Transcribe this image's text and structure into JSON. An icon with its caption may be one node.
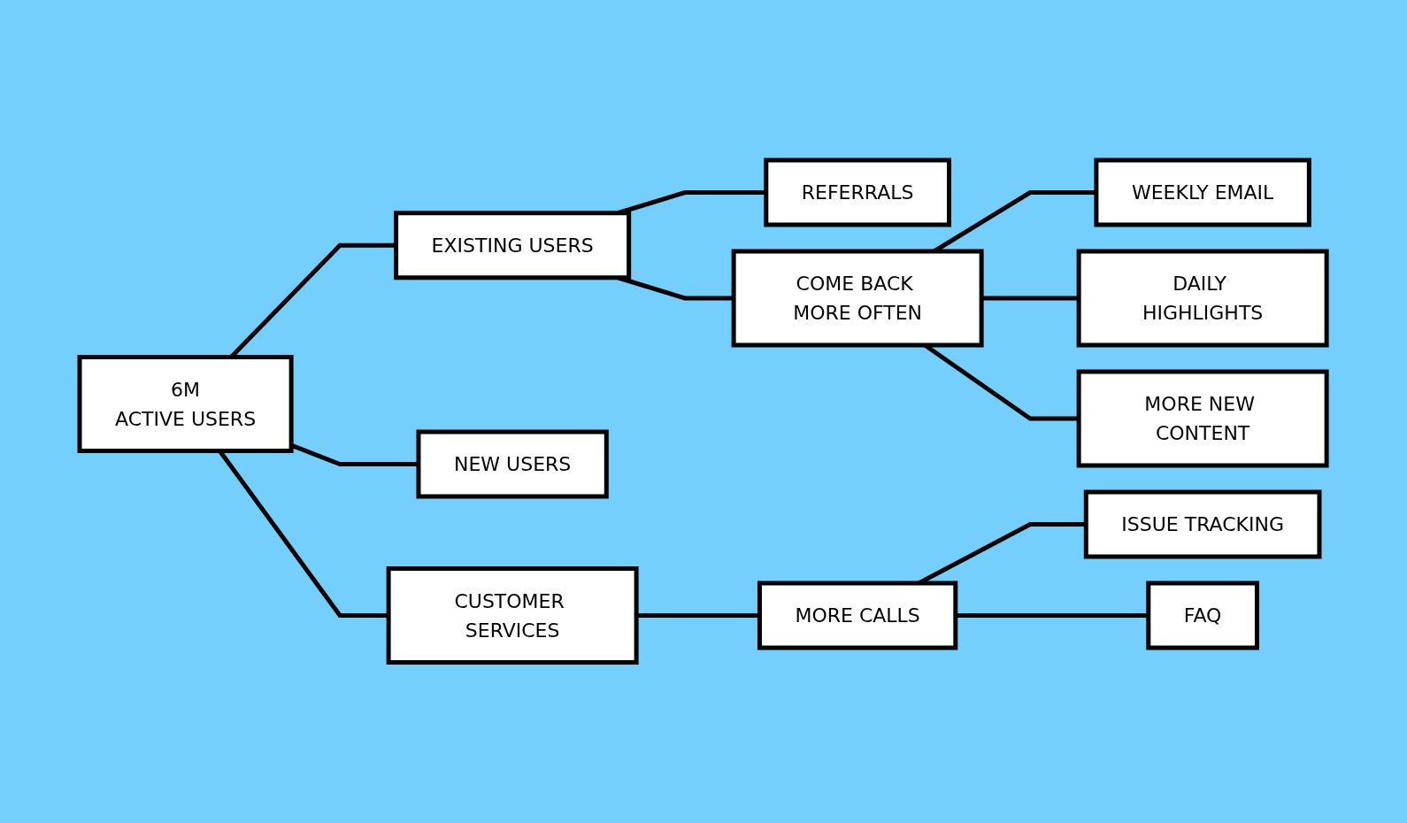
{
  "diagram": {
    "nodes": [
      {
        "text": [
          "6M",
          "ACTIVE USERS"
        ]
      },
      {
        "text": [
          "EXISTING USERS"
        ]
      },
      {
        "text": [
          "NEW USERS"
        ]
      },
      {
        "text": [
          "CUSTOMER SERVICES"
        ]
      },
      {
        "text": [
          "REFERRALS"
        ]
      },
      {
        "text": [
          "COME BACK MORE OFTEN"
        ]
      },
      {
        "text": [
          "MORE CALLS"
        ]
      },
      {
        "text": [
          "WEEKLY EMAIL"
        ]
      },
      {
        "text": [
          "DAILY HIGHLIGHTS"
        ]
      },
      {
        "text": [
          "MORE NEW CONTENT"
        ]
      },
      {
        "text": [
          "ISSUE TRACKING"
        ]
      },
      {
        "text": [
          "FAQ"
        ]
      }
    ],
    "edges": [
      {
        "from": 0,
        "to": 1,
        "arrow": "none"
      },
      {
        "from": 0,
        "to": 2,
        "arrow": "none"
      },
      {
        "from": 0,
        "to": 3,
        "arrow": "none"
      },
      {
        "from": 1,
        "to": 4,
        "arrow": "none"
      },
      {
        "from": 1,
        "to": 5,
        "arrow": "none"
      },
      {
        "from": 5,
        "to": 7,
        "arrow": "none"
      },
      {
        "from": 5,
        "to": 8,
        "arrow": "none"
      },
      {
        "from": 5,
        "to": 9,
        "arrow": "none"
      },
      {
        "from": 3,
        "to": 6,
        "arrow": "none"
      },
      {
        "from": 6,
        "to": 10,
        "arrow": "none"
      },
      {
        "from": 6,
        "to": 11,
        "arrow": "none"
      }
    ]
  }
}
